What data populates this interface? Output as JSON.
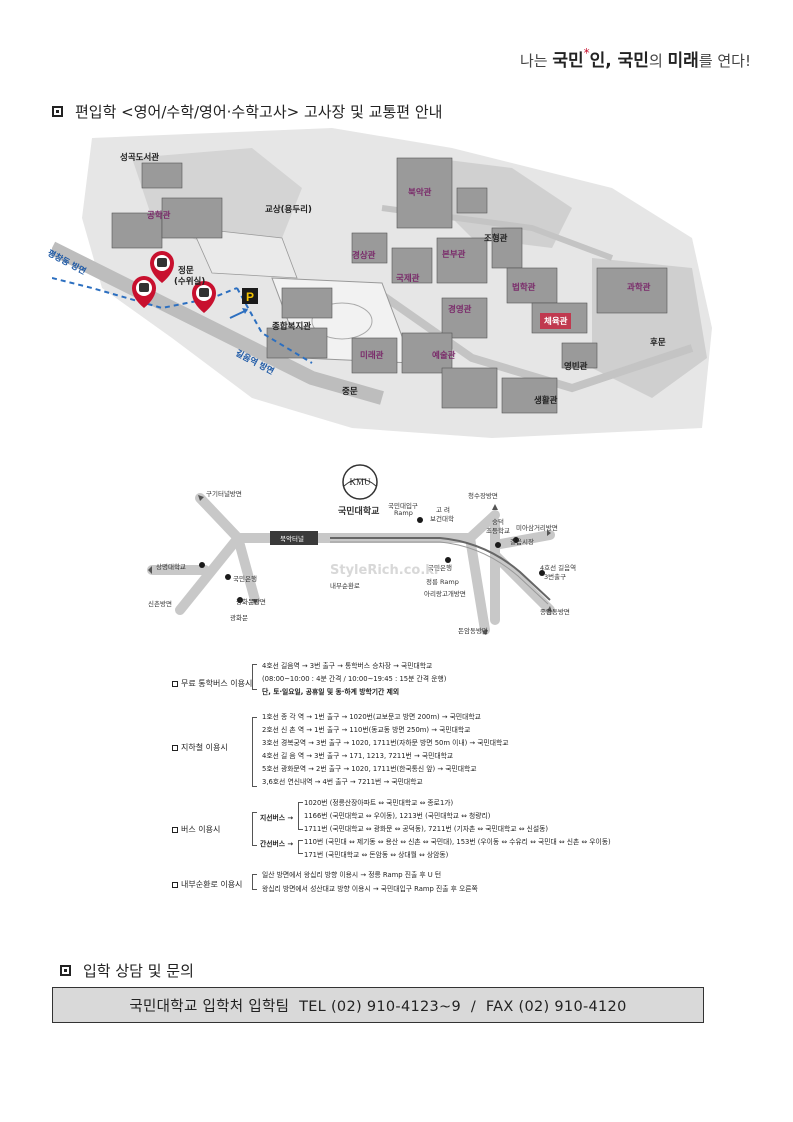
{
  "slogan": {
    "prefix": "나는 ",
    "kookmin1": "국민",
    "star": "*",
    "in": "인, ",
    "kookmin2": "국민",
    "ui": "의 ",
    "future": "미래",
    "suffix": "를 연다!"
  },
  "section_map": {
    "title": "편입학 <영어/수학/영어·수학고사> 고사장 및 교통편 안내"
  },
  "campus": {
    "buildings": {
      "seonggok": "성곡도서관",
      "gonghak": "공학관",
      "jeongmun": "정문",
      "suwisil": "(수위실)",
      "gyosang": "교상(용두리)",
      "bugak": "북악관",
      "gyeongsang": "경상관",
      "gukje": "국제관",
      "bonbu": "본부관",
      "johyeong": "조형관",
      "beophak": "법학관",
      "gwahak": "과학관",
      "jonghap": "종합복지관",
      "gyeongyeong": "경영관",
      "cheyuk": "체육관",
      "mirae": "미래관",
      "yesul": "예술관",
      "yeongbin": "영빈관",
      "saenghwal": "생활관",
      "jungmun": "중문",
      "humun": "후문",
      "parking": "P"
    },
    "roads": {
      "pyeongchang": "평창동 방면",
      "gireum": "길음역 방면"
    }
  },
  "routes": {
    "logo": "KMU",
    "university": "국민대학교",
    "gugi_tunnel": "구기터널방면",
    "bugak_tunnel": "북악터널",
    "sangmyung": "상명대학교",
    "kookmin_bank": "국민은행",
    "sinchon": "신촌방면",
    "gwanghwamun_dir": "광화문방면",
    "gwanghwamun": "광화문",
    "entrance_ramp1": "국민대입구",
    "entrance_ramp2": "Ramp",
    "korea_health1": "고 려",
    "korea_health2": "보건대학",
    "cheongsujang": "청수장방면",
    "sungdeok1": "숭덕",
    "sungdeok2": "초등학교",
    "miari": "미아삼거리방면",
    "gireum_stn": "길음시장",
    "line4_1": "4호선 길음역",
    "line4_2": "3번출구",
    "jeongneung_ramp": "정릉 Ramp",
    "kb_bank2": "국민은행",
    "naebu": "내부순환로",
    "arirang": "아리랑고개방면",
    "donam": "돈암동방면",
    "jongam": "종암동방면",
    "watermark": "StyleRich.co.kr"
  },
  "info": {
    "shuttle": {
      "label": "무료 통학버스 이용시",
      "lines": [
        "4호선 길음역 → 3번 출구 → 통학버스 승차장 → 국민대학교",
        "(08:00~10:00 : 4분 간격 / 10:00~19:45 : 15분 간격 운행)",
        "단, 토·일요일, 공휴일 및 동·하계 방학기간 제외"
      ]
    },
    "subway": {
      "label": "지하철 이용시",
      "lines": [
        "1호선 종 각 역 → 1번 출구 → 1020번(교보문고 방면 200m) → 국민대학교",
        "2호선 신 촌 역 → 1번 출구 → 110번(동교동 방면 250m) → 국민대학교",
        "3호선 경복궁역 → 3번 출구 → 1020, 1711번(자하문 방면 50m 이내) → 국민대학교",
        "4호선 길 음 역 → 3번 출구 → 171, 1213, 7211번 → 국민대학교",
        "5호선 광화문역 → 2번 출구 → 1020, 1711번(한국통신 앞) → 국민대학교",
        "3,6호선 연신내역 → 4번 출구 → 7211번 → 국민대학교"
      ]
    },
    "bus": {
      "label": "버스 이용시",
      "branch_label": "지선버스 →",
      "trunk_label": "간선버스 →",
      "branch_lines": [
        "1020번 (정릉산장아파트 ⇔ 국민대학교 ⇔ 종로1가)",
        "1166번 (국민대학교 ⇔ 우이동), 1213번 (국민대학교 ⇔ 청량리)",
        "1711번 (국민대학교 ⇔ 광화문 ⇔ 공덕동), 7211번 (기자촌 ⇔ 국민대학교 ⇔ 신설동)"
      ],
      "trunk_lines": [
        "110번 (국민대 ⇔ 제기동 ⇔ 용산 ⇔ 신촌 ⇔ 국민대), 153번 (우이동 ⇔ 수유리 ⇔ 국민대 ⇔ 신촌 ⇔ 우이동)",
        "171번 (국민대학교 ⇔ 돈암동 ⇔ 상대월 ⇔ 상암동)"
      ]
    },
    "ring": {
      "label": "내부순환로 이용시",
      "lines": [
        "일산 방면에서 왕십리 방향 이용시 → 정릉 Ramp 진출 후 U 턴",
        "왕십리 방면에서 성산대교 방향 이용시 → 국민대입구 Ramp 진출 후 오른쪽"
      ]
    }
  },
  "section_contact": {
    "title": "입학 상담 및 문의"
  },
  "contact": {
    "text": "국민대학교 입학처 입학팀  TEL (02) 910-4123~9  /  FAX (02) 910-4120"
  }
}
